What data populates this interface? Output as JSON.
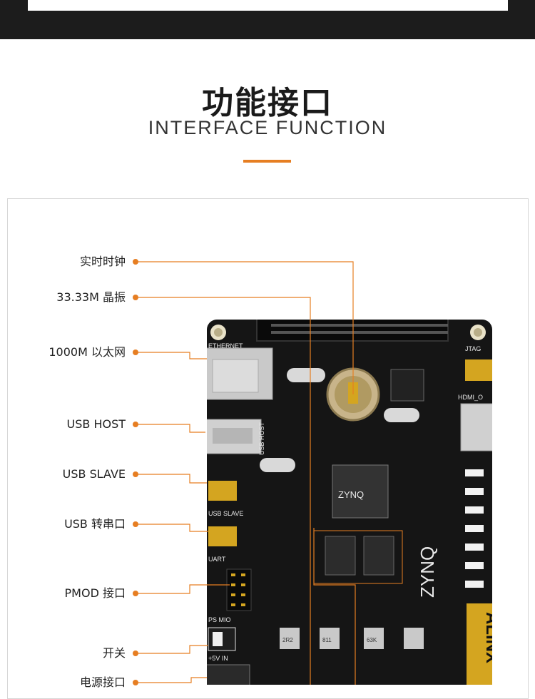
{
  "header": {
    "title_cn": "功能接口",
    "title_en": "INTERFACE FUNCTION"
  },
  "colors": {
    "accent": "#e67e22",
    "board": "#151515",
    "connector_gold": "#d4a520"
  },
  "callouts": [
    {
      "label": "实时时钟"
    },
    {
      "label": "33.33M 晶振"
    },
    {
      "label": "1000M 以太网"
    },
    {
      "label": "USB HOST"
    },
    {
      "label": "USB SLAVE"
    },
    {
      "label": "USB 转串口"
    },
    {
      "label": "PMOD 接口"
    },
    {
      "label": "开关"
    },
    {
      "label": "电源接口"
    }
  ],
  "board": {
    "silk": {
      "ethernet": "ETHERNET",
      "usb_host": "USB HOST",
      "usb_slave": "USB SLAVE",
      "uart": "UART",
      "ps_mio": "PS MIO",
      "power": "+5V IN",
      "jtag": "JTAG",
      "hdmi": "HDMI_O",
      "brand": "ALINX",
      "chip": "ZYNQ",
      "fpga": "ZYNQ",
      "res1": "2R2",
      "res2": "811",
      "res3": "63K"
    }
  }
}
